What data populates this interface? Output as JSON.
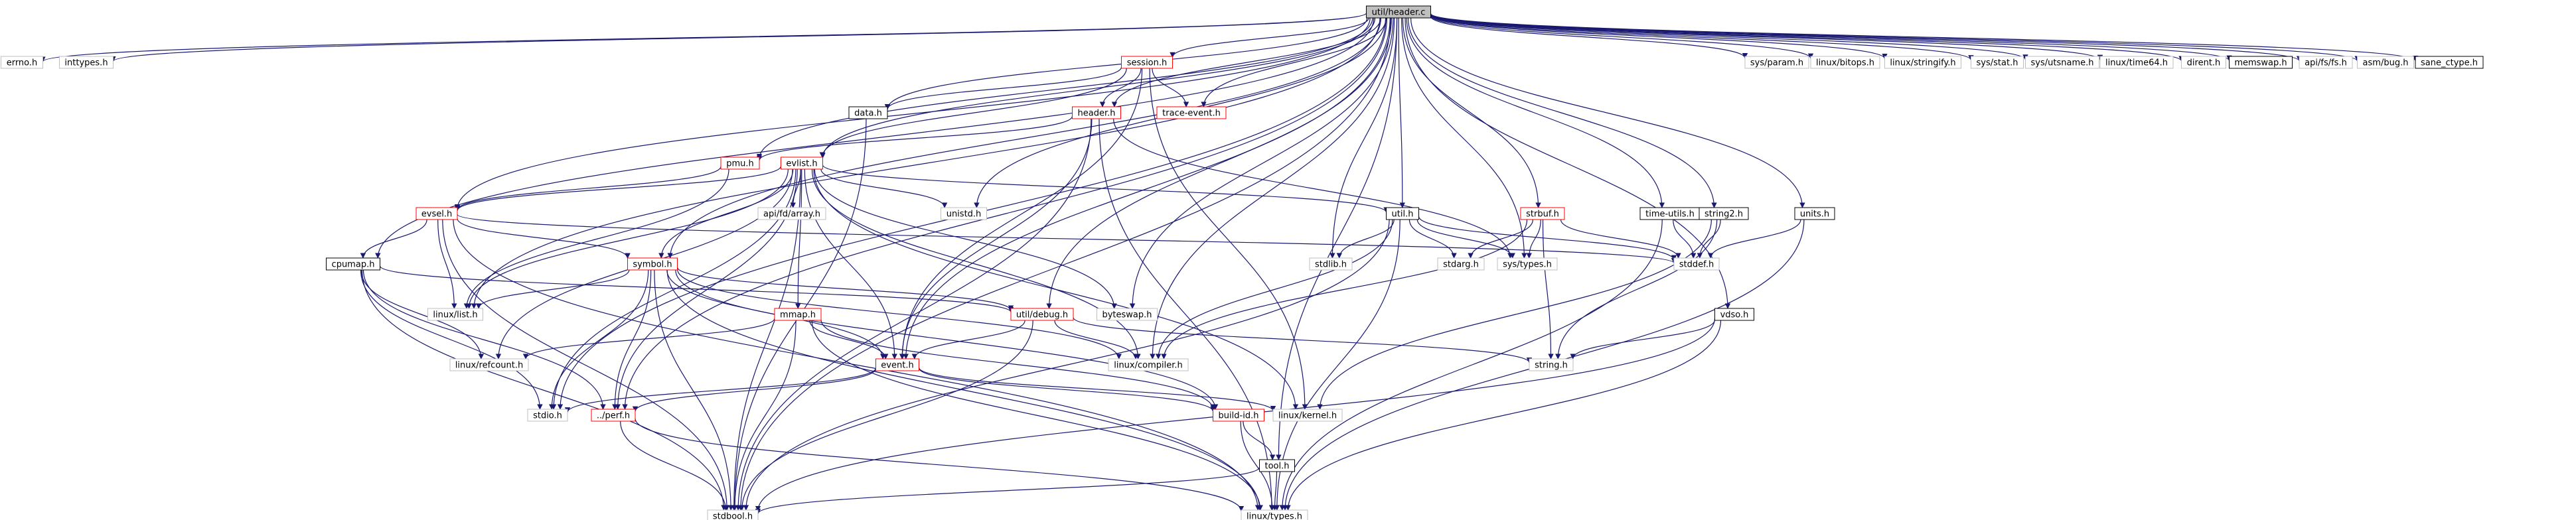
{
  "diagram": {
    "title": "util/header.c",
    "colors": {
      "root_fill": "#bfbfbf",
      "file_border": "#000000",
      "truncated_border": "#ff0000",
      "plain_border": "#bfbfbf",
      "edge": "#191970"
    },
    "nodes": [
      {
        "id": "root",
        "label": "util/header.c",
        "style": "root"
      },
      {
        "id": "errno",
        "label": "errno.h",
        "style": "plain"
      },
      {
        "id": "inttypes",
        "label": "inttypes.h",
        "style": "plain"
      },
      {
        "id": "session",
        "label": "session.h",
        "style": "truncated"
      },
      {
        "id": "data",
        "label": "data.h",
        "style": "file"
      },
      {
        "id": "header",
        "label": "header.h",
        "style": "truncated"
      },
      {
        "id": "trace_event",
        "label": "trace-event.h",
        "style": "truncated"
      },
      {
        "id": "sys_param",
        "label": "sys/param.h",
        "style": "plain"
      },
      {
        "id": "linux_bitops",
        "label": "linux/bitops.h",
        "style": "plain"
      },
      {
        "id": "linux_stringify",
        "label": "linux/stringify.h",
        "style": "plain"
      },
      {
        "id": "sys_stat",
        "label": "sys/stat.h",
        "style": "plain"
      },
      {
        "id": "sys_utsname",
        "label": "sys/utsname.h",
        "style": "plain"
      },
      {
        "id": "linux_time64",
        "label": "linux/time64.h",
        "style": "plain"
      },
      {
        "id": "dirent",
        "label": "dirent.h",
        "style": "plain"
      },
      {
        "id": "memswap",
        "label": "memswap.h",
        "style": "file"
      },
      {
        "id": "api_fs",
        "label": "api/fs/fs.h",
        "style": "plain"
      },
      {
        "id": "asm_bug",
        "label": "asm/bug.h",
        "style": "plain"
      },
      {
        "id": "sane_ctype",
        "label": "sane_ctype.h",
        "style": "file"
      },
      {
        "id": "pmu",
        "label": "pmu.h",
        "style": "truncated"
      },
      {
        "id": "evlist",
        "label": "evlist.h",
        "style": "truncated"
      },
      {
        "id": "evsel",
        "label": "evsel.h",
        "style": "truncated"
      },
      {
        "id": "api_fd_array",
        "label": "api/fd/array.h",
        "style": "plain"
      },
      {
        "id": "unistd",
        "label": "unistd.h",
        "style": "plain"
      },
      {
        "id": "util_h",
        "label": "util.h",
        "style": "file"
      },
      {
        "id": "strbuf",
        "label": "strbuf.h",
        "style": "truncated"
      },
      {
        "id": "time_utils",
        "label": "time-utils.h",
        "style": "file"
      },
      {
        "id": "string2",
        "label": "string2.h",
        "style": "file"
      },
      {
        "id": "units",
        "label": "units.h",
        "style": "file"
      },
      {
        "id": "cpumap",
        "label": "cpumap.h",
        "style": "file"
      },
      {
        "id": "symbol",
        "label": "symbol.h",
        "style": "truncated"
      },
      {
        "id": "stdlib",
        "label": "stdlib.h",
        "style": "plain"
      },
      {
        "id": "stdarg",
        "label": "stdarg.h",
        "style": "plain"
      },
      {
        "id": "sys_types",
        "label": "sys/types.h",
        "style": "plain"
      },
      {
        "id": "stddef",
        "label": "stddef.h",
        "style": "plain"
      },
      {
        "id": "linux_list",
        "label": "linux/list.h",
        "style": "plain"
      },
      {
        "id": "byteswap",
        "label": "byteswap.h",
        "style": "plain"
      },
      {
        "id": "util_debug",
        "label": "util/debug.h",
        "style": "truncated"
      },
      {
        "id": "mmap",
        "label": "mmap.h",
        "style": "truncated"
      },
      {
        "id": "linux_refcount",
        "label": "linux/refcount.h",
        "style": "plain"
      },
      {
        "id": "linux_compiler",
        "label": "linux/compiler.h",
        "style": "plain"
      },
      {
        "id": "event",
        "label": "event.h",
        "style": "truncated"
      },
      {
        "id": "vdso",
        "label": "vdso.h",
        "style": "file"
      },
      {
        "id": "string",
        "label": "string.h",
        "style": "plain"
      },
      {
        "id": "stdio",
        "label": "stdio.h",
        "style": "plain"
      },
      {
        "id": "perf",
        "label": "../perf.h",
        "style": "truncated"
      },
      {
        "id": "build_id",
        "label": "build-id.h",
        "style": "truncated"
      },
      {
        "id": "linux_kernel",
        "label": "linux/kernel.h",
        "style": "plain"
      },
      {
        "id": "tool",
        "label": "tool.h",
        "style": "file"
      },
      {
        "id": "stdbool",
        "label": "stdbool.h",
        "style": "plain"
      },
      {
        "id": "linux_types",
        "label": "linux/types.h",
        "style": "plain"
      }
    ],
    "edges": [
      [
        "root",
        "errno"
      ],
      [
        "root",
        "inttypes"
      ],
      [
        "root",
        "session"
      ],
      [
        "root",
        "data"
      ],
      [
        "root",
        "header"
      ],
      [
        "root",
        "trace_event"
      ],
      [
        "root",
        "sys_param"
      ],
      [
        "root",
        "linux_bitops"
      ],
      [
        "root",
        "linux_stringify"
      ],
      [
        "root",
        "sys_stat"
      ],
      [
        "root",
        "sys_utsname"
      ],
      [
        "root",
        "linux_time64"
      ],
      [
        "root",
        "dirent"
      ],
      [
        "root",
        "memswap"
      ],
      [
        "root",
        "api_fs"
      ],
      [
        "root",
        "asm_bug"
      ],
      [
        "root",
        "sane_ctype"
      ],
      [
        "root",
        "evlist"
      ],
      [
        "root",
        "evsel"
      ],
      [
        "root",
        "cpumap"
      ],
      [
        "root",
        "pmu"
      ],
      [
        "root",
        "unistd"
      ],
      [
        "root",
        "util_h"
      ],
      [
        "root",
        "strbuf"
      ],
      [
        "root",
        "time_utils"
      ],
      [
        "root",
        "string2"
      ],
      [
        "root",
        "units"
      ],
      [
        "root",
        "vdso"
      ],
      [
        "root",
        "symbol"
      ],
      [
        "root",
        "util_debug"
      ],
      [
        "root",
        "stdlib"
      ],
      [
        "root",
        "sys_types"
      ],
      [
        "root",
        "linux_list"
      ],
      [
        "root",
        "byteswap"
      ],
      [
        "root",
        "linux_compiler"
      ],
      [
        "root",
        "tool"
      ],
      [
        "root",
        "perf"
      ],
      [
        "root",
        "stdio"
      ],
      [
        "root",
        "stdbool"
      ],
      [
        "root",
        "event"
      ],
      [
        "session",
        "data"
      ],
      [
        "session",
        "header"
      ],
      [
        "session",
        "trace_event"
      ],
      [
        "session",
        "event"
      ],
      [
        "session",
        "evlist"
      ],
      [
        "session",
        "linux_kernel"
      ],
      [
        "data",
        "stdbool"
      ],
      [
        "header",
        "pmu"
      ],
      [
        "header",
        "sys_types"
      ],
      [
        "header",
        "stdbool"
      ],
      [
        "header",
        "linux_types"
      ],
      [
        "header",
        "event"
      ],
      [
        "pmu",
        "evsel"
      ],
      [
        "pmu",
        "linux_list"
      ],
      [
        "evlist",
        "evsel"
      ],
      [
        "evlist",
        "api_fd_array"
      ],
      [
        "evlist",
        "unistd"
      ],
      [
        "evlist",
        "util_h"
      ],
      [
        "evlist",
        "stdio"
      ],
      [
        "evlist",
        "linux_list"
      ],
      [
        "evlist",
        "linux_refcount"
      ],
      [
        "evlist",
        "event"
      ],
      [
        "evlist",
        "perf"
      ],
      [
        "evlist",
        "symbol"
      ],
      [
        "evlist",
        "mmap"
      ],
      [
        "evlist",
        "linux_compiler"
      ],
      [
        "evlist",
        "linux_kernel"
      ],
      [
        "evlist",
        "byteswap"
      ],
      [
        "evlist",
        "stdbool"
      ],
      [
        "evsel",
        "stdbool"
      ],
      [
        "evsel",
        "stddef"
      ],
      [
        "evsel",
        "linux_list"
      ],
      [
        "evsel",
        "cpumap"
      ],
      [
        "evsel",
        "symbol"
      ],
      [
        "evsel",
        "linux_types"
      ],
      [
        "cpumap",
        "stdio"
      ],
      [
        "cpumap",
        "stdbool"
      ],
      [
        "cpumap",
        "perf"
      ],
      [
        "cpumap",
        "linux_refcount"
      ],
      [
        "cpumap",
        "util_debug"
      ],
      [
        "symbol",
        "linux_list"
      ],
      [
        "symbol",
        "perf"
      ],
      [
        "symbol",
        "stdio"
      ],
      [
        "symbol",
        "stdbool"
      ],
      [
        "symbol",
        "linux_types"
      ],
      [
        "symbol",
        "event"
      ],
      [
        "symbol",
        "build_id"
      ],
      [
        "symbol",
        "util_debug"
      ],
      [
        "symbol",
        "linux_compiler"
      ],
      [
        "util_h",
        "stdlib"
      ],
      [
        "util_h",
        "stdarg"
      ],
      [
        "util_h",
        "sys_types"
      ],
      [
        "util_h",
        "stddef"
      ],
      [
        "util_h",
        "linux_compiler"
      ],
      [
        "util_h",
        "linux_types"
      ],
      [
        "util_h",
        "stdbool"
      ],
      [
        "strbuf",
        "stdarg"
      ],
      [
        "strbuf",
        "stddef"
      ],
      [
        "strbuf",
        "string"
      ],
      [
        "strbuf",
        "linux_compiler"
      ],
      [
        "strbuf",
        "sys_types"
      ],
      [
        "time_utils",
        "stddef"
      ],
      [
        "time_utils",
        "linux_types"
      ],
      [
        "string2",
        "linux_kernel"
      ],
      [
        "string2",
        "stddef"
      ],
      [
        "string2",
        "string"
      ],
      [
        "units",
        "stddef"
      ],
      [
        "units",
        "linux_types"
      ],
      [
        "util_debug",
        "event"
      ],
      [
        "util_debug",
        "linux_compiler"
      ],
      [
        "util_debug",
        "string"
      ],
      [
        "util_debug",
        "stdbool"
      ],
      [
        "mmap",
        "event"
      ],
      [
        "mmap",
        "linux_refcount"
      ],
      [
        "mmap",
        "stdbool"
      ],
      [
        "mmap",
        "linux_types"
      ],
      [
        "mmap",
        "build_id"
      ],
      [
        "event",
        "perf"
      ],
      [
        "event",
        "stdio"
      ],
      [
        "event",
        "build_id"
      ],
      [
        "event",
        "linux_kernel"
      ],
      [
        "perf",
        "stdbool"
      ],
      [
        "perf",
        "linux_types"
      ],
      [
        "build_id",
        "tool"
      ],
      [
        "build_id",
        "linux_types"
      ],
      [
        "tool",
        "stdbool"
      ],
      [
        "tool",
        "linux_types"
      ],
      [
        "vdso",
        "stdbool"
      ],
      [
        "vdso",
        "linux_types"
      ],
      [
        "vdso",
        "string"
      ]
    ]
  }
}
